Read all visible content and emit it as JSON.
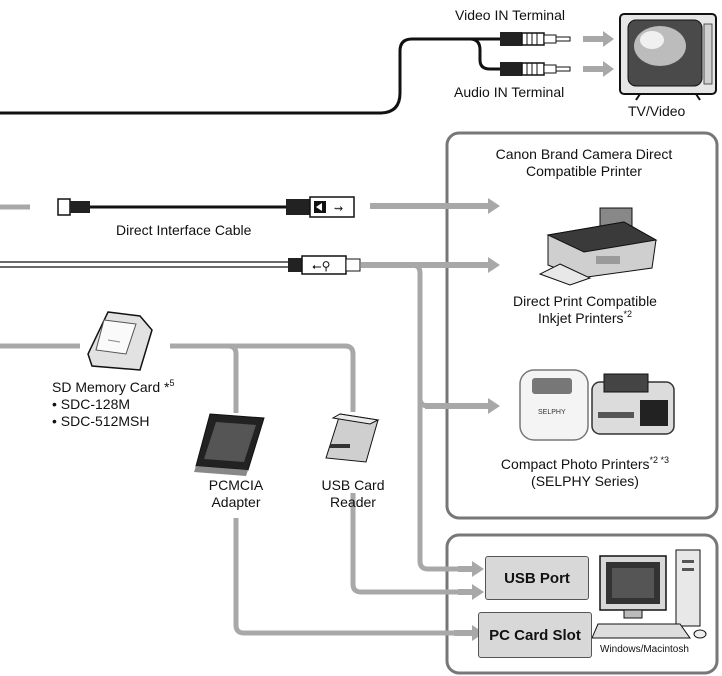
{
  "av": {
    "video_in": "Video IN Terminal",
    "audio_in": "Audio IN Terminal",
    "tv": "TV/Video"
  },
  "printer_group": {
    "title_line1": "Canon Brand Camera Direct",
    "title_line2": "Compatible Printer",
    "inkjet_line1": "Direct Print Compatible",
    "inkjet_line2": "Inkjet Printers",
    "inkjet_note": "*2",
    "compact_line1": "Compact Photo Printers",
    "compact_note": "*2 *3",
    "compact_line2": "(SELPHY Series)"
  },
  "cables": {
    "direct_interface": "Direct Interface Cable"
  },
  "card": {
    "name": "SD Memory Card *",
    "note": "5",
    "models": [
      "• SDC-128M",
      "• SDC-512MSH"
    ]
  },
  "pcmcia": {
    "line1": "PCMCIA",
    "line2": "Adapter"
  },
  "usb_reader": {
    "line1": "USB Card",
    "line2": "Reader"
  },
  "computer": {
    "usb_port": "USB Port",
    "pc_card_slot": "PC Card Slot",
    "os": "Windows/Macintosh"
  },
  "colors": {
    "cable": "#111111",
    "arrow": "#a8a8a8",
    "panel_border": "#777777",
    "port_fill": "#d8d8d8"
  }
}
